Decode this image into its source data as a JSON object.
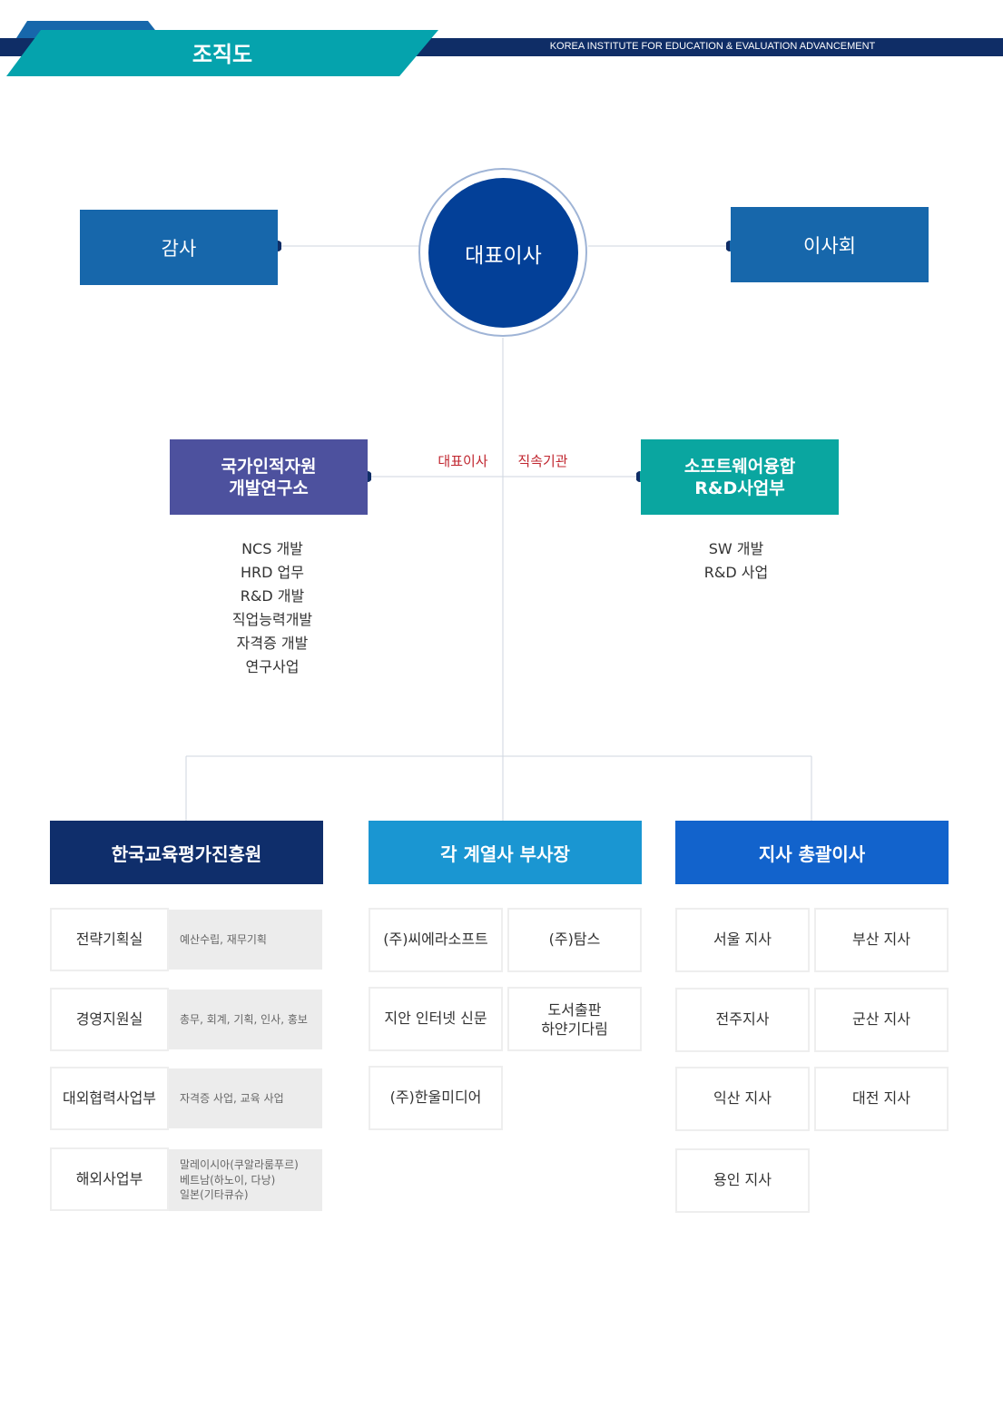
{
  "header": {
    "title": "조직도",
    "subtitle": "KOREA INSTITUTE FOR EDUCATION & EVALUATION ADVANCEMENT"
  },
  "colors": {
    "navy": "#0f2d66",
    "teal": "#05a3ad",
    "blue": "#1767ab",
    "ceo": "#034098",
    "purple": "#4d519e",
    "green": "#0aa6a0",
    "kiea": "#0f2e6b",
    "vp": "#1a96d2",
    "branch": "#1263cc",
    "red": "#c0262f"
  },
  "top": {
    "ceo": "대표이사",
    "audit": "감사",
    "board": "이사회"
  },
  "direct": {
    "label_left": "대표이사",
    "label_right": "직속기관",
    "left": {
      "line1": "국가인적자원",
      "line2": "개발연구소",
      "items": [
        "NCS 개발",
        "HRD 업무",
        "R&D 개발",
        "직업능력개발",
        "자격증 개발",
        "연구사업"
      ]
    },
    "right": {
      "line1": "소프트웨어융합",
      "line2": "R&D사업부",
      "items": [
        "SW 개발",
        "R&D 사업"
      ]
    }
  },
  "columns": {
    "kiea": {
      "title": "한국교육평가진흥원",
      "rows": [
        {
          "name": "전략기획실",
          "desc": [
            "예산수립, 재무기획"
          ]
        },
        {
          "name": "경영지원실",
          "desc": [
            "총무, 회계, 기획, 인사, 홍보"
          ]
        },
        {
          "name": "대외협력사업부",
          "desc": [
            "자격증 사업, 교육 사업"
          ]
        },
        {
          "name": "해외사업부",
          "desc": [
            "말레이시아(쿠알라룸푸르)",
            "베트남(하노이, 다낭)",
            "일본(기타큐슈)"
          ]
        }
      ]
    },
    "affiliates": {
      "title": "각 계열사 부사장",
      "items": [
        "(주)씨에라소프트",
        "(주)탐스",
        "지안 인터넷 신문",
        "도서출판\n하얀기다림",
        "(주)한울미디어"
      ]
    },
    "branches": {
      "title": "지사 총괄이사",
      "items": [
        "서울 지사",
        "부산 지사",
        "전주지사",
        "군산 지사",
        "익산 지사",
        "대전 지사",
        "용인 지사"
      ]
    }
  }
}
